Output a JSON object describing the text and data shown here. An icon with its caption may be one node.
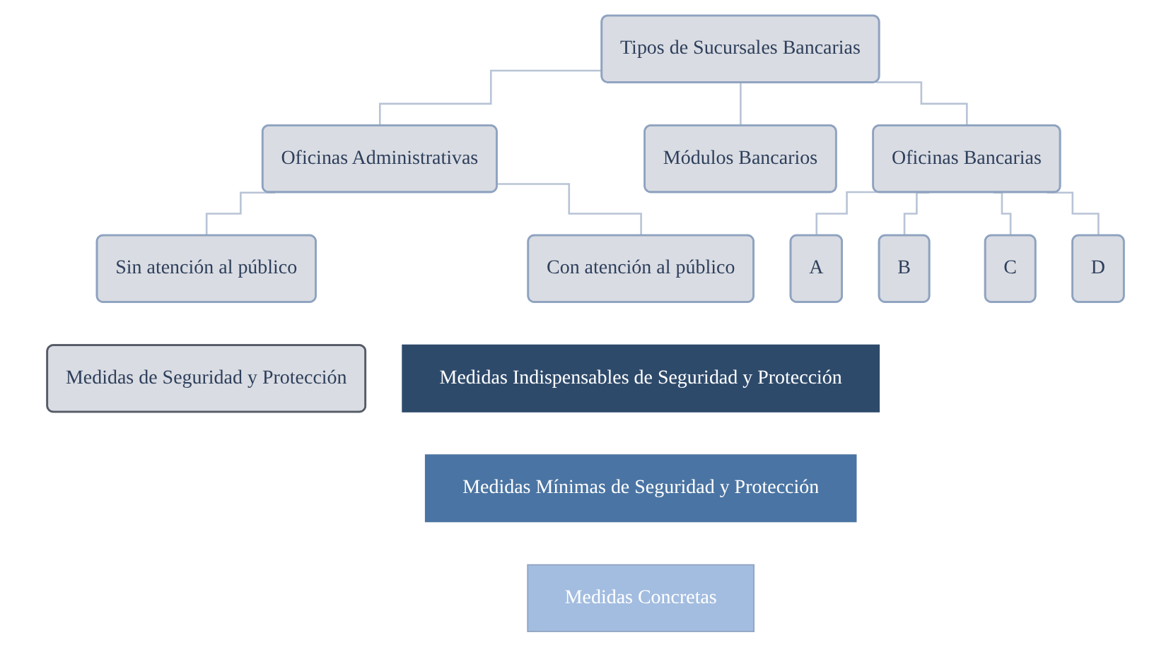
{
  "diagram": {
    "nodes": [
      {
        "text": [
          "Tipos de Sucursales Bancarias"
        ]
      },
      {
        "text": [
          "Oficinas Administrativas"
        ]
      },
      {
        "text": [
          "Módulos Bancarios"
        ]
      },
      {
        "text": [
          "Oficinas Bancarias"
        ]
      },
      {
        "text": [
          "Sin atención al público"
        ]
      },
      {
        "text": [
          "Con atención al público"
        ]
      },
      {
        "text": [
          "A"
        ]
      },
      {
        "text": [
          "B"
        ]
      },
      {
        "text": [
          "C"
        ]
      },
      {
        "text": [
          "D"
        ]
      },
      {
        "text": [
          "Medidas de Seguridad y Protección"
        ]
      },
      {
        "text": [
          "Medidas Indispensables de Seguridad y Protección"
        ]
      },
      {
        "text": [
          "Medidas Mínimas de Seguridad y Protección"
        ]
      },
      {
        "text": [
          "Medidas Concretas"
        ]
      }
    ],
    "edges": [
      {
        "from": 0,
        "to": 1,
        "arrow": "none"
      },
      {
        "from": 0,
        "to": 2,
        "arrow": "none"
      },
      {
        "from": 0,
        "to": 3,
        "arrow": "none"
      },
      {
        "from": 1,
        "to": 4,
        "arrow": "none"
      },
      {
        "from": 1,
        "to": 5,
        "arrow": "none"
      },
      {
        "from": 3,
        "to": 6,
        "arrow": "none"
      },
      {
        "from": 3,
        "to": 7,
        "arrow": "none"
      },
      {
        "from": 3,
        "to": 8,
        "arrow": "none"
      },
      {
        "from": 3,
        "to": 9,
        "arrow": "none"
      }
    ]
  }
}
